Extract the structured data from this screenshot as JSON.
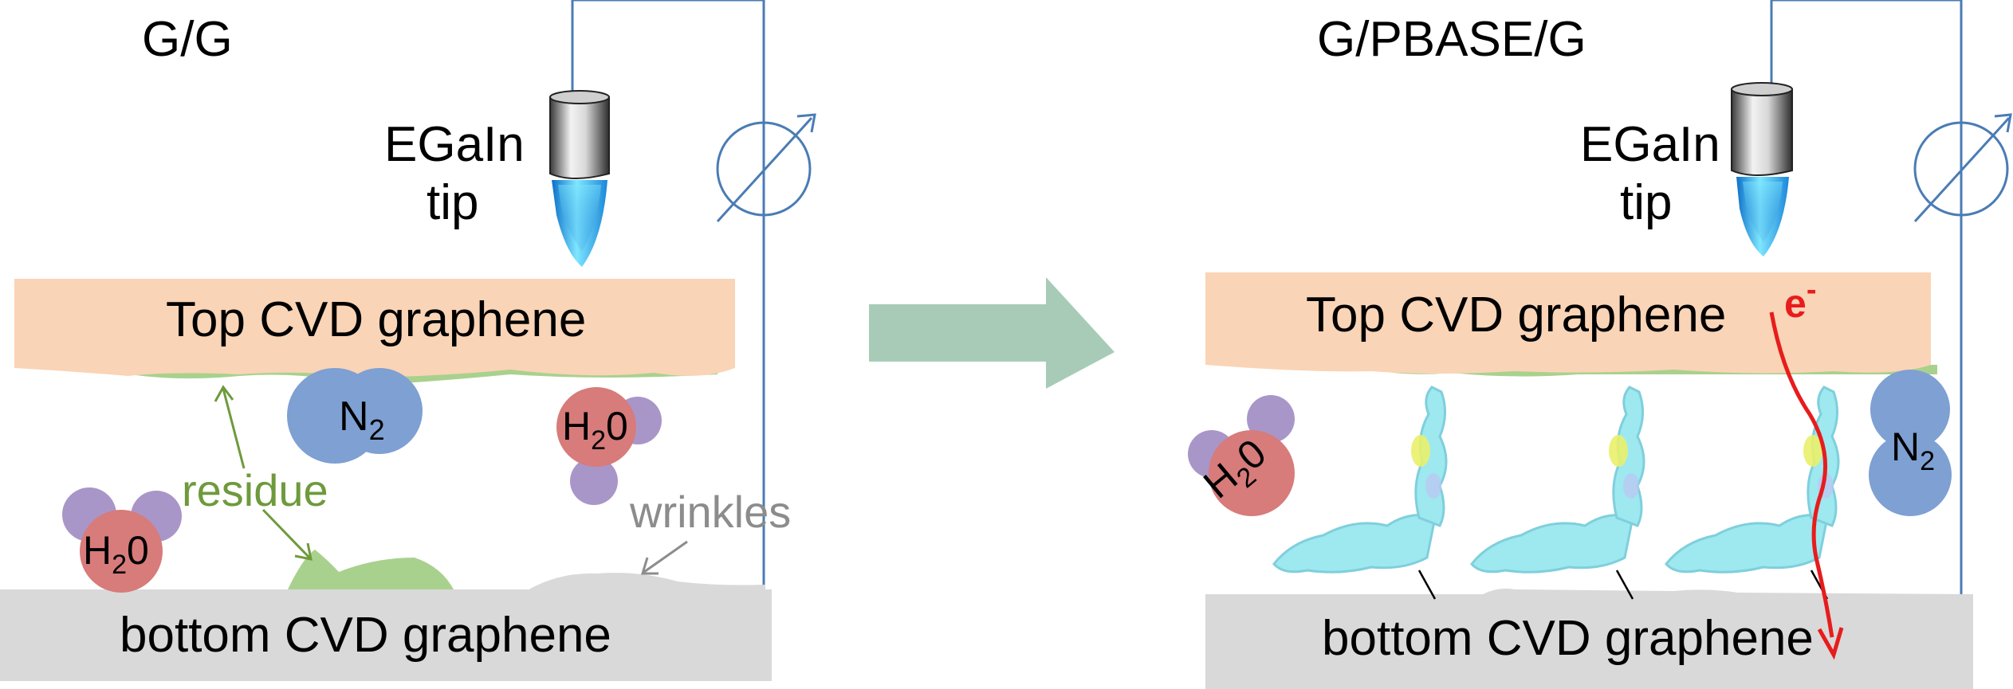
{
  "left_panel": {
    "title": "G/G",
    "tip_label_line1": "EGaIn",
    "tip_label_line2": "tip",
    "top_layer": "Top CVD graphene",
    "bottom_layer": "bottom CVD graphene",
    "residue_label": "residue",
    "wrinkles_label": "wrinkles",
    "molecules": {
      "n2": {
        "main": "N",
        "sub": "2"
      },
      "h2o_right": {
        "main": "H",
        "sub": "2",
        "tail": "0"
      },
      "h2o_left": {
        "main": "H",
        "sub": "2",
        "tail": "0"
      }
    }
  },
  "right_panel": {
    "title": "G/PBASE/G",
    "tip_label_line1": "EGaIn",
    "tip_label_line2": "tip",
    "top_layer": "Top CVD graphene",
    "bottom_layer": "bottom CVD graphene",
    "electron_label": "e",
    "electron_charge": "-",
    "molecules": {
      "h2o": {
        "main": "H",
        "sub": "2",
        "tail": "0"
      },
      "n2": {
        "main": "N",
        "sub": "2"
      }
    }
  },
  "colors": {
    "graphene_top": "#fad4b6",
    "graphene_bottom": "#d9d9d9",
    "residue": "#a9d18e",
    "residue_text": "#6e9a3c",
    "wrinkles_text": "#8c8c8c",
    "circuit": "#4a7cb4",
    "arrow": "#a8cbb8",
    "n2": "#7ea0d2",
    "h_red": "#d77b7b",
    "h_purple": "#a996c8",
    "pbase": "#9ee8f0",
    "electron": "#e81c1c",
    "tip_body": "#7a7a7a",
    "tip_drop": "#2aa8e8"
  }
}
